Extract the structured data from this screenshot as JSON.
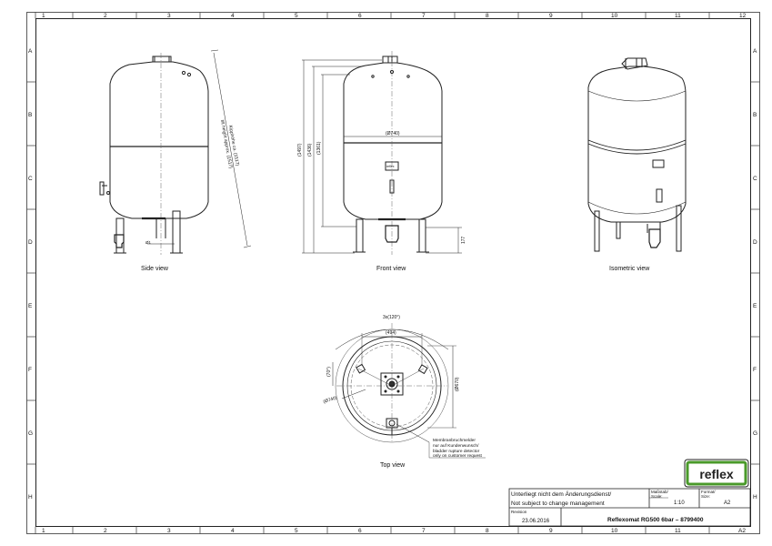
{
  "grid": {
    "columns": [
      "1",
      "2",
      "3",
      "4",
      "5",
      "6",
      "7",
      "8",
      "9",
      "10",
      "11",
      "12"
    ],
    "rows": [
      "A",
      "B",
      "C",
      "D",
      "E",
      "F",
      "G",
      "H"
    ]
  },
  "views": {
    "side": "Side view",
    "front": "Front view",
    "isometric": "Isometric view",
    "top": "Top view"
  },
  "dimensions": {
    "tilt_line1": "Kipphöhe ca. (1517)",
    "tilt_line2": "tilt height approx. (1517)",
    "side_small": "Ø1",
    "front_diameter": "(Ø740)",
    "front_h1": "(1497)",
    "front_h2": "(1436)",
    "front_h3": "(1361)",
    "front_foot": "177",
    "top_angle": "3x(120°)",
    "top_494": "(494)",
    "top_70": "(70°)",
    "top_740": "(Ø740)",
    "top_670": "(Ø670)"
  },
  "note": {
    "line1": "Membranbruchmelder",
    "line2": "nur auf Kundenwunsch/",
    "line3": "bladder rupture detector",
    "line4": "only on customer request"
  },
  "brand": {
    "logo_text": "reflex",
    "logo_color": "#4a9a2a",
    "plate_label": "reflex"
  },
  "titleblock": {
    "notice_line1": "Unterliegt nicht dem Änderungsdienst/",
    "notice_line2": "Not subject to change management",
    "scale_label_de": "Maßstab/",
    "scale_label_en": "Scale:",
    "scale_value": "1:10",
    "format_label_de": "Format/",
    "format_label_en": "Size:",
    "format_value": "A2",
    "revision_label": "Revision",
    "revision_date": "23.06.2016",
    "product": "Reflexomat RG500 6bar – 8799400"
  },
  "colors": {
    "line": "#222222",
    "thin": "#555555"
  }
}
